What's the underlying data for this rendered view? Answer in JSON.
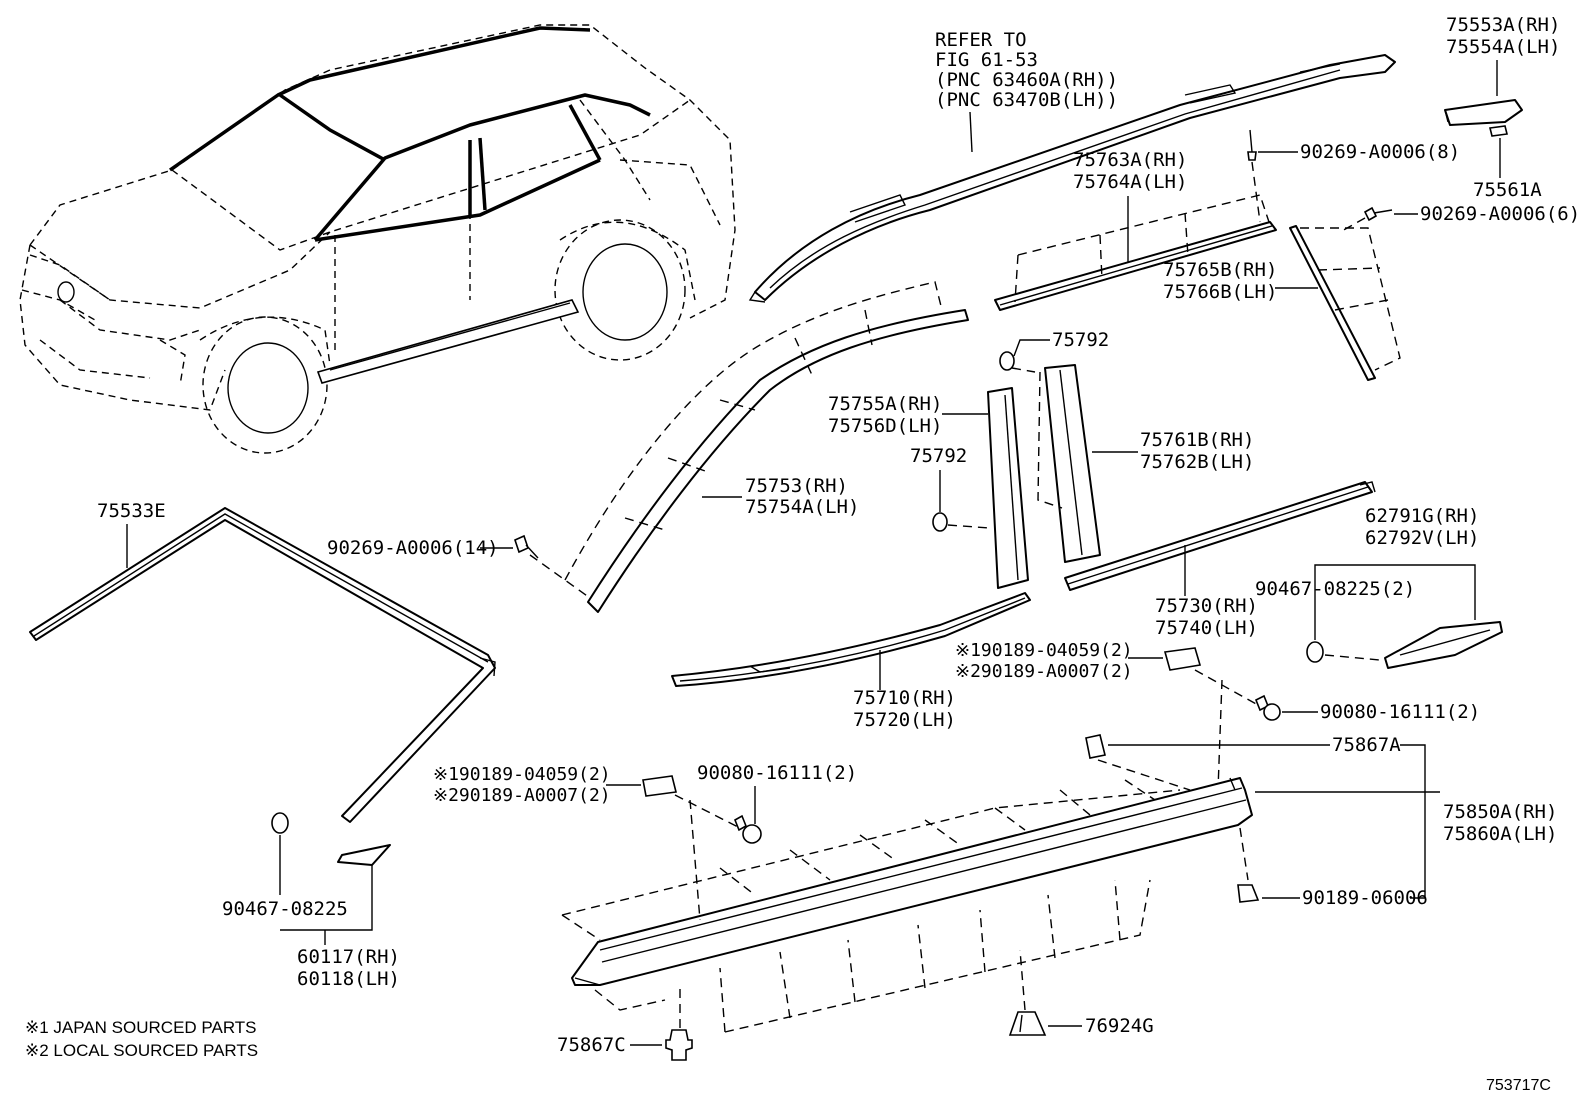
{
  "figure_id": "753717C",
  "notes": [
    "※1 JAPAN SOURCED PARTS",
    "※2 LOCAL SOURCED PARTS"
  ],
  "callouts": {
    "roof_rail_ref": [
      "REFER TO",
      "FIG 61-53",
      "(PNC 63460A(RH))",
      "(PNC 63470B(LH))"
    ],
    "cover_75553": [
      "75553A(RH)",
      "75554A(LH)"
    ],
    "clip_75561": [
      "75561A"
    ],
    "screw_top_8": [
      "90269-A0006(8)"
    ],
    "screw_top_6": [
      "90269-A0006(6)"
    ],
    "belt_75763": [
      "75763A(RH)",
      "75764A(LH)"
    ],
    "rear_mld_75765": [
      "75765B(RH)",
      "75766B(LH)"
    ],
    "clip_75792_top": [
      "75792"
    ],
    "pillar_75755": [
      "75755A(RH)",
      "75756D(LH)"
    ],
    "clip_75792_mid": [
      "75792"
    ],
    "pillar_75761": [
      "75761B(RH)",
      "75762B(LH)"
    ],
    "frame_75753": [
      "75753(RH)",
      "75754A(LH)"
    ],
    "screw_14": [
      "90269-A0006(14)"
    ],
    "windshield_75533": [
      "75533E"
    ],
    "mld_62791": [
      "62791G(RH)",
      "62792V(LH)"
    ],
    "nut_90467_2": [
      "90467-08225(2)"
    ],
    "belt_75730": [
      "75730(RH)",
      "75740(LH)"
    ],
    "clip_right": [
      "※190189-04059(2)",
      "※290189-A0007(2)"
    ],
    "screw_90080_right": [
      "90080-16111(2)"
    ],
    "belt_75710": [
      "75710(RH)",
      "75720(LH)"
    ],
    "clip_75867a": [
      "75867A"
    ],
    "clip_left": [
      "※190189-04059(2)",
      "※290189-A0007(2)"
    ],
    "screw_90080_left": [
      "90080-16111(2)"
    ],
    "side_mld_75850": [
      "75850A(RH)",
      "75860A(LH)"
    ],
    "clip_90189_06006": [
      "90189-06006"
    ],
    "nut_90467": [
      "90467-08225"
    ],
    "pad_60117": [
      "60117(RH)",
      "60118(LH)"
    ],
    "clip_75867c": [
      "75867C"
    ],
    "clip_76924": [
      "76924G"
    ]
  }
}
